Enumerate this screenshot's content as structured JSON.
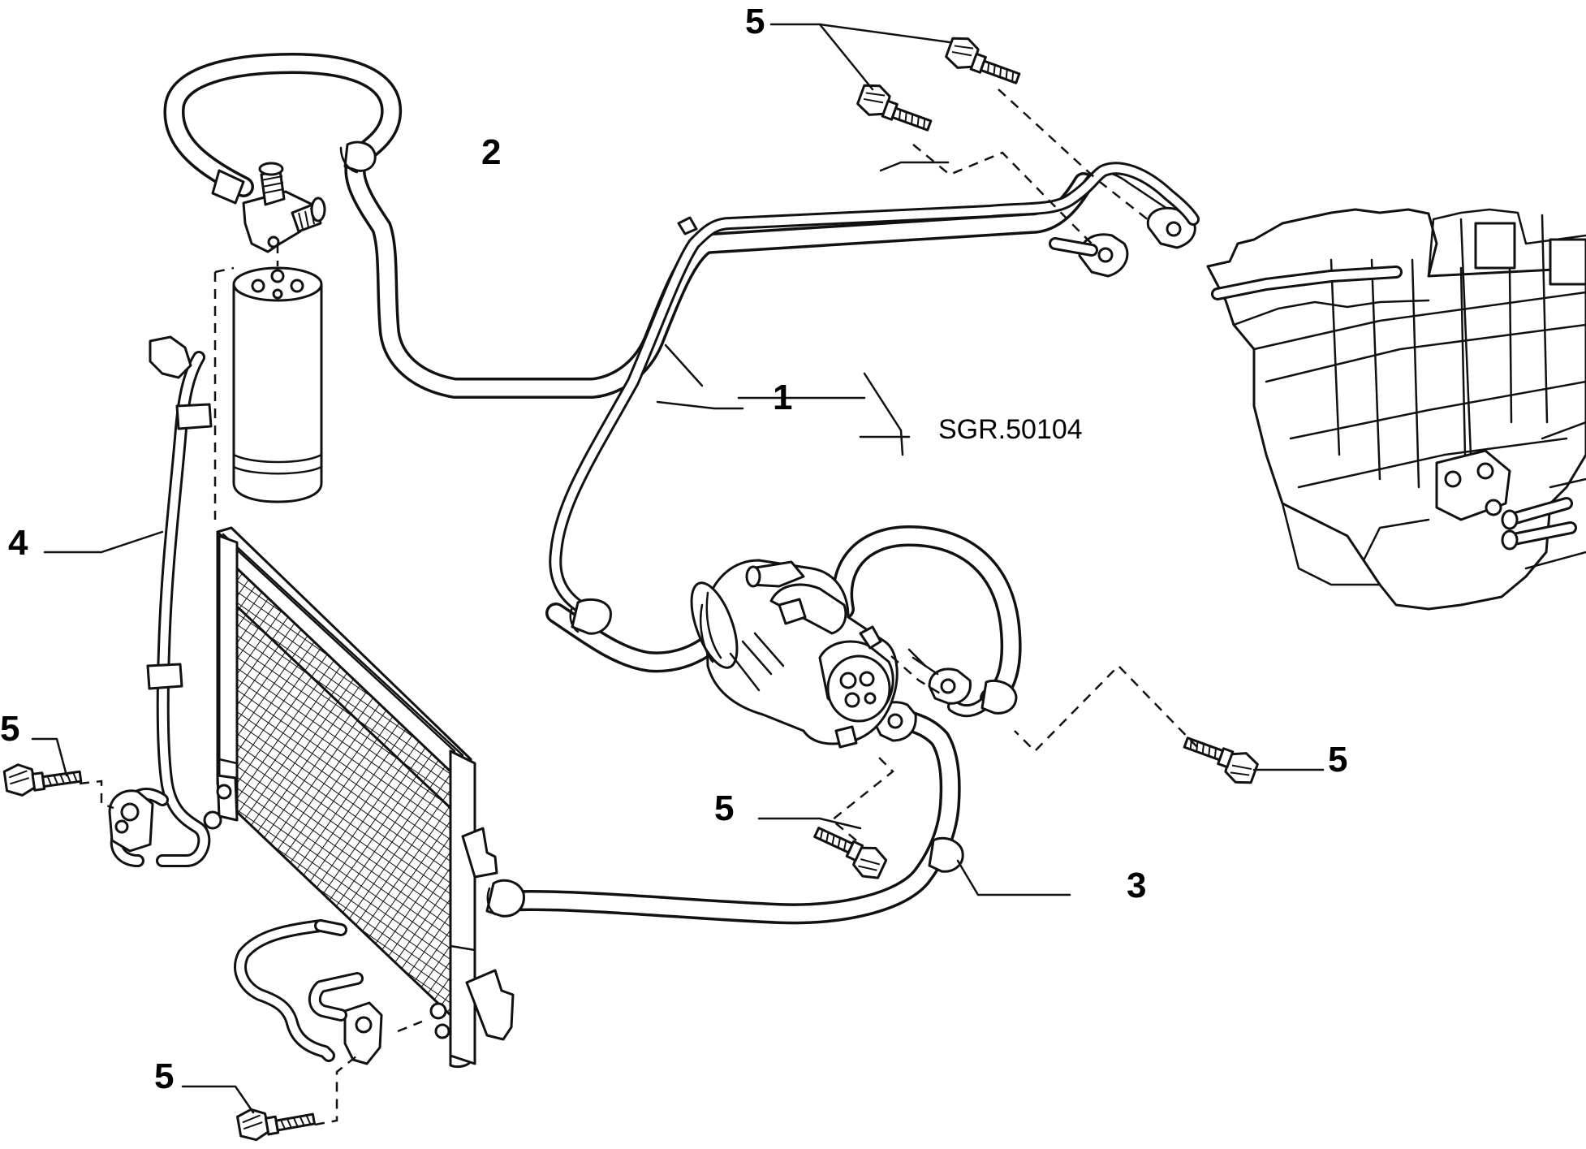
{
  "diagram": {
    "reference_code": "SGR.50104",
    "callouts": {
      "pipe_1": "1",
      "pipe_2": "2",
      "pipe_3": "3",
      "pipe_4": "4",
      "bolt_top": "5",
      "bolt_right": "5",
      "bolt_center": "5",
      "bolt_left": "5",
      "bolt_bottom": "5"
    }
  }
}
